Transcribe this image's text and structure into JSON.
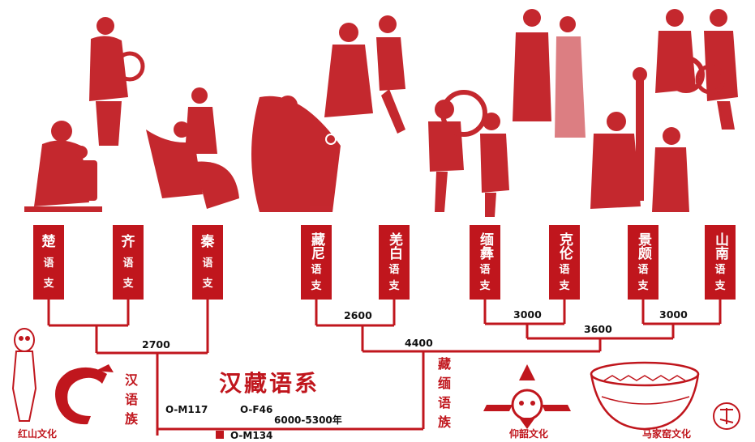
{
  "family_title": "汉藏语系",
  "date_range": "6000-5300年",
  "sinitic_label": [
    "汉",
    "语",
    "族"
  ],
  "tibeto_burman_label": [
    "藏",
    "缅",
    "语",
    "族"
  ],
  "nodes": [
    {
      "name": "楚",
      "suffix": [
        "语",
        "支"
      ]
    },
    {
      "name": "齐",
      "suffix": [
        "语",
        "支"
      ]
    },
    {
      "name": "秦",
      "suffix": [
        "语",
        "支"
      ]
    },
    {
      "name": "藏尼",
      "suffix": [
        "语",
        "支"
      ]
    },
    {
      "name": "羌白",
      "suffix": [
        "语",
        "支"
      ]
    },
    {
      "name": "缅彝",
      "suffix": [
        "语",
        "支"
      ]
    },
    {
      "name": "克伦",
      "suffix": [
        "语",
        "支"
      ]
    },
    {
      "name": "景颇",
      "suffix": [
        "语",
        "支"
      ]
    },
    {
      "name": "山南",
      "suffix": [
        "语",
        "支"
      ]
    }
  ],
  "split_years": {
    "sinitic": "2700",
    "zang_qiang": "2600",
    "tibeto_burman": "4400",
    "mian_kelun": "3000",
    "jing_shan": "3000",
    "southern": "3600"
  },
  "haplogroups": {
    "a": "O-M117",
    "b": "O-F46",
    "c": "O-M134"
  },
  "cultures": {
    "hongshan": "红山文化",
    "yangshao": "仰韶文化",
    "majiayao": "马家窑文化"
  },
  "colors": {
    "accent": "#c0161d",
    "text": "#111111"
  }
}
